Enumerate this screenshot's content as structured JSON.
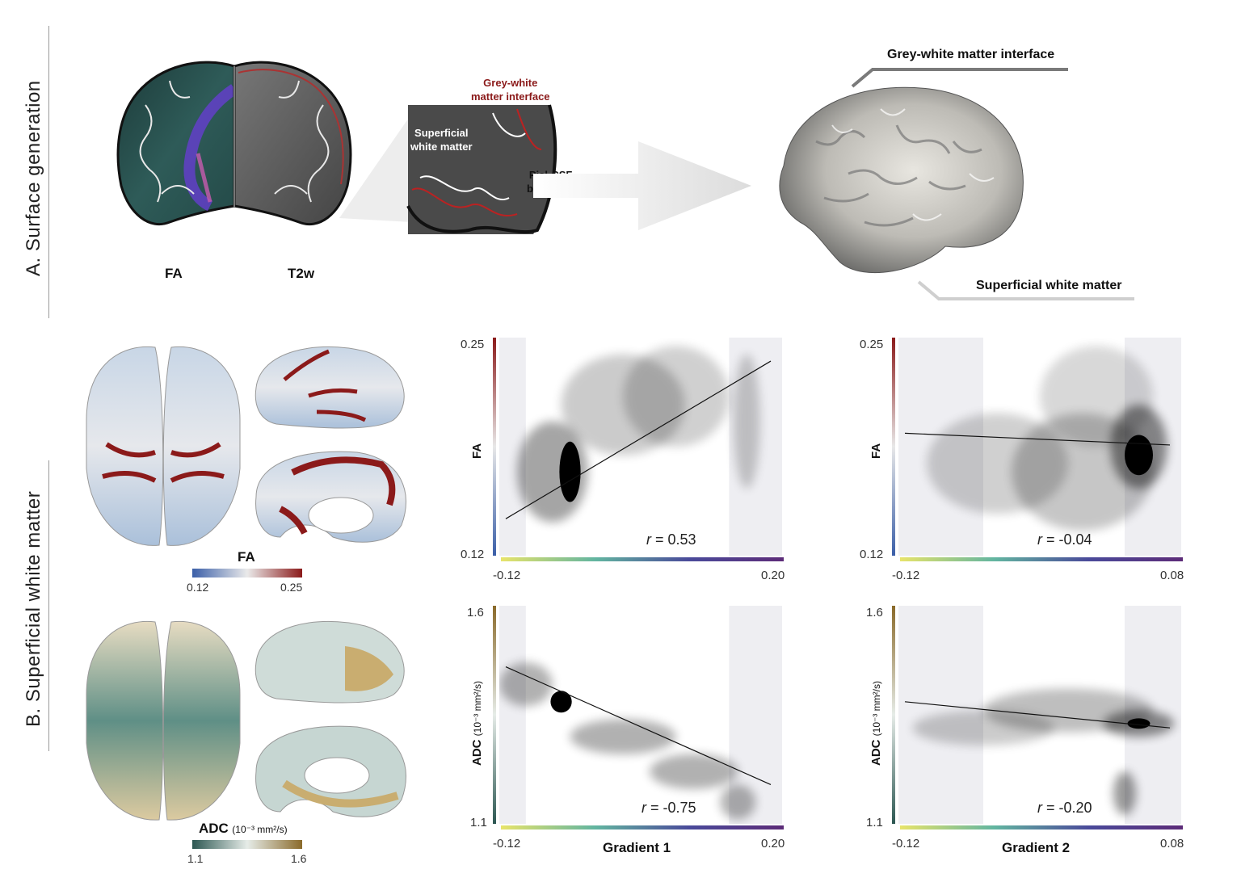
{
  "panelA": {
    "title": "A. Surface generation",
    "fa_label": "FA",
    "t2w_label": "T2w",
    "inset": {
      "gw_interface": "Grey-white matter interface",
      "gw_line1": "Grey-white",
      "gw_line2": "matter interface",
      "swm_line1": "Superficial",
      "swm_line2": "white matter",
      "pial_line1": "Pial-CSF",
      "pial_line2": "boundary"
    },
    "mesh_gw_label": "Grey-white matter interface",
    "mesh_swm_label": "Superficial white matter",
    "colors": {
      "gw_red": "#8b1a1a"
    }
  },
  "panelB": {
    "title": "B. Superficial white matter",
    "fa_bar": {
      "label": "FA",
      "min": "0.12",
      "max": "0.25"
    },
    "adc_bar": {
      "label": "ADC",
      "unit": "(10⁻³ mm²/s)",
      "min": "1.1",
      "max": "1.6"
    },
    "plots": [
      {
        "ylabel": "FA",
        "yunit": "",
        "ymin": "0.12",
        "ymax": "0.25",
        "xmin": "-0.12",
        "xmax": "0.20",
        "r": "= 0.53",
        "xlabel": ""
      },
      {
        "ylabel": "FA",
        "yunit": "",
        "ymin": "0.12",
        "ymax": "0.25",
        "xmin": "-0.12",
        "xmax": "0.08",
        "r": "= -0.04",
        "xlabel": ""
      },
      {
        "ylabel": "ADC",
        "yunit": "(10⁻³ mm²/s)",
        "ymin": "1.1",
        "ymax": "1.6",
        "xmin": "-0.12",
        "xmax": "0.20",
        "r": "= -0.75",
        "xlabel": "Gradient 1"
      },
      {
        "ylabel": "ADC",
        "yunit": "(10⁻³ mm²/s)",
        "ymin": "1.1",
        "ymax": "1.6",
        "xmin": "-0.12",
        "xmax": "0.08",
        "r": "= -0.20",
        "xlabel": "Gradient 2"
      }
    ],
    "r_symbol": "r"
  },
  "chart_data": [
    {
      "type": "scatter",
      "xlabel": "",
      "ylabel": "FA",
      "xlim": [
        -0.12,
        0.2
      ],
      "ylim": [
        0.12,
        0.25
      ],
      "r": 0.53,
      "fit_line": {
        "x": [
          -0.12,
          0.2
        ],
        "y": [
          0.142,
          0.236
        ]
      }
    },
    {
      "type": "scatter",
      "xlabel": "",
      "ylabel": "FA",
      "xlim": [
        -0.12,
        0.08
      ],
      "ylim": [
        0.12,
        0.25
      ],
      "r": -0.04,
      "fit_line": {
        "x": [
          -0.12,
          0.08
        ],
        "y": [
          0.193,
          0.186
        ]
      }
    },
    {
      "type": "scatter",
      "xlabel": "Gradient 1",
      "ylabel": "ADC (10⁻³ mm²/s)",
      "xlim": [
        -0.12,
        0.2
      ],
      "ylim": [
        1.1,
        1.6
      ],
      "r": -0.75,
      "fit_line": {
        "x": [
          -0.12,
          0.2
        ],
        "y": [
          1.46,
          1.19
        ]
      }
    },
    {
      "type": "scatter",
      "xlabel": "Gradient 2",
      "ylabel": "ADC (10⁻³ mm²/s)",
      "xlim": [
        -0.12,
        0.08
      ],
      "ylim": [
        1.1,
        1.6
      ],
      "r": -0.2,
      "fit_line": {
        "x": [
          -0.12,
          0.08
        ],
        "y": [
          1.38,
          1.32
        ]
      }
    }
  ]
}
